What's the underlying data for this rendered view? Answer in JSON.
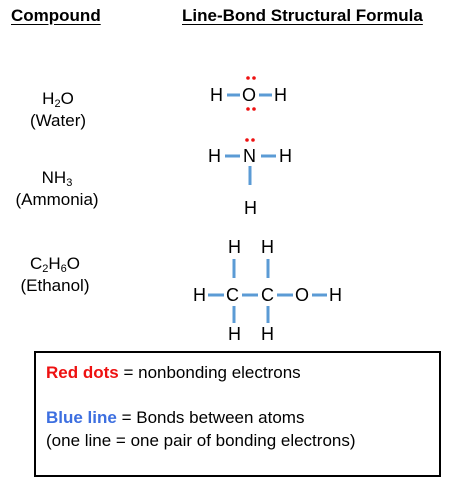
{
  "headers": {
    "compound": "Compound",
    "formula": "Line-Bond Structural Formula"
  },
  "compounds": [
    {
      "formula_parts": [
        "H",
        "2",
        "O"
      ],
      "name": "(Water)"
    },
    {
      "formula_parts": [
        "NH",
        "3"
      ],
      "name": "(Ammonia)"
    },
    {
      "formula_parts": [
        "C",
        "2",
        "H",
        "6",
        "O"
      ],
      "name": "(Ethanol)"
    }
  ],
  "atoms": {
    "H": "H",
    "O": "O",
    "N": "N",
    "C": "C"
  },
  "legend": {
    "red_term": "Red dots",
    "red_rest": " = nonbonding electrons",
    "blue_term": "Blue line",
    "blue_rest": " = Bonds between atoms",
    "note": "(one line = one pair of bonding electrons)"
  },
  "colors": {
    "nonbonding_dots": "#ee1111",
    "bond_lines": "#5b9bd5"
  }
}
